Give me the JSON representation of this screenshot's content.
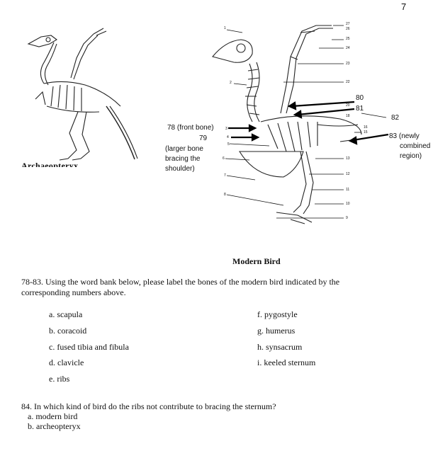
{
  "page_number": "7",
  "figure": {
    "left_label": "Archaeopteryx",
    "caption": "Modern Bird",
    "left_numbers": [
      "1",
      "2",
      "3",
      "4",
      "5",
      "6",
      "7",
      "8"
    ],
    "right_numbers": [
      "27",
      "26",
      "25",
      "24",
      "23",
      "22",
      "20",
      "18",
      "16",
      "15",
      "13",
      "12",
      "11",
      "10",
      "9"
    ],
    "label_78": "78 (front bone)",
    "label_79": "79",
    "label_79_note": [
      "(larger bone",
      "bracing the",
      "shoulder)"
    ],
    "label_80": "80",
    "label_81": "81",
    "label_82": "82",
    "label_83": [
      "83 (newly",
      "combined",
      "region)"
    ]
  },
  "instructions": "78-83. Using the word bank below, please label the bones of the modern bird indicated by the corresponding numbers above.",
  "word_bank_left": [
    "a.  scapula",
    "b.  coracoid",
    "c.  fused tibia and fibula",
    "d.  clavicle",
    "e.  ribs"
  ],
  "word_bank_right": [
    "f.  pygostyle",
    "g.  humerus",
    "h.  synsacrum",
    "i.  keeled sternum"
  ],
  "question_84": {
    "stem": "84. In which kind of bird do the ribs not contribute to bracing the sternum?",
    "options": [
      "a. modern bird",
      "b. archeopteryx"
    ]
  }
}
